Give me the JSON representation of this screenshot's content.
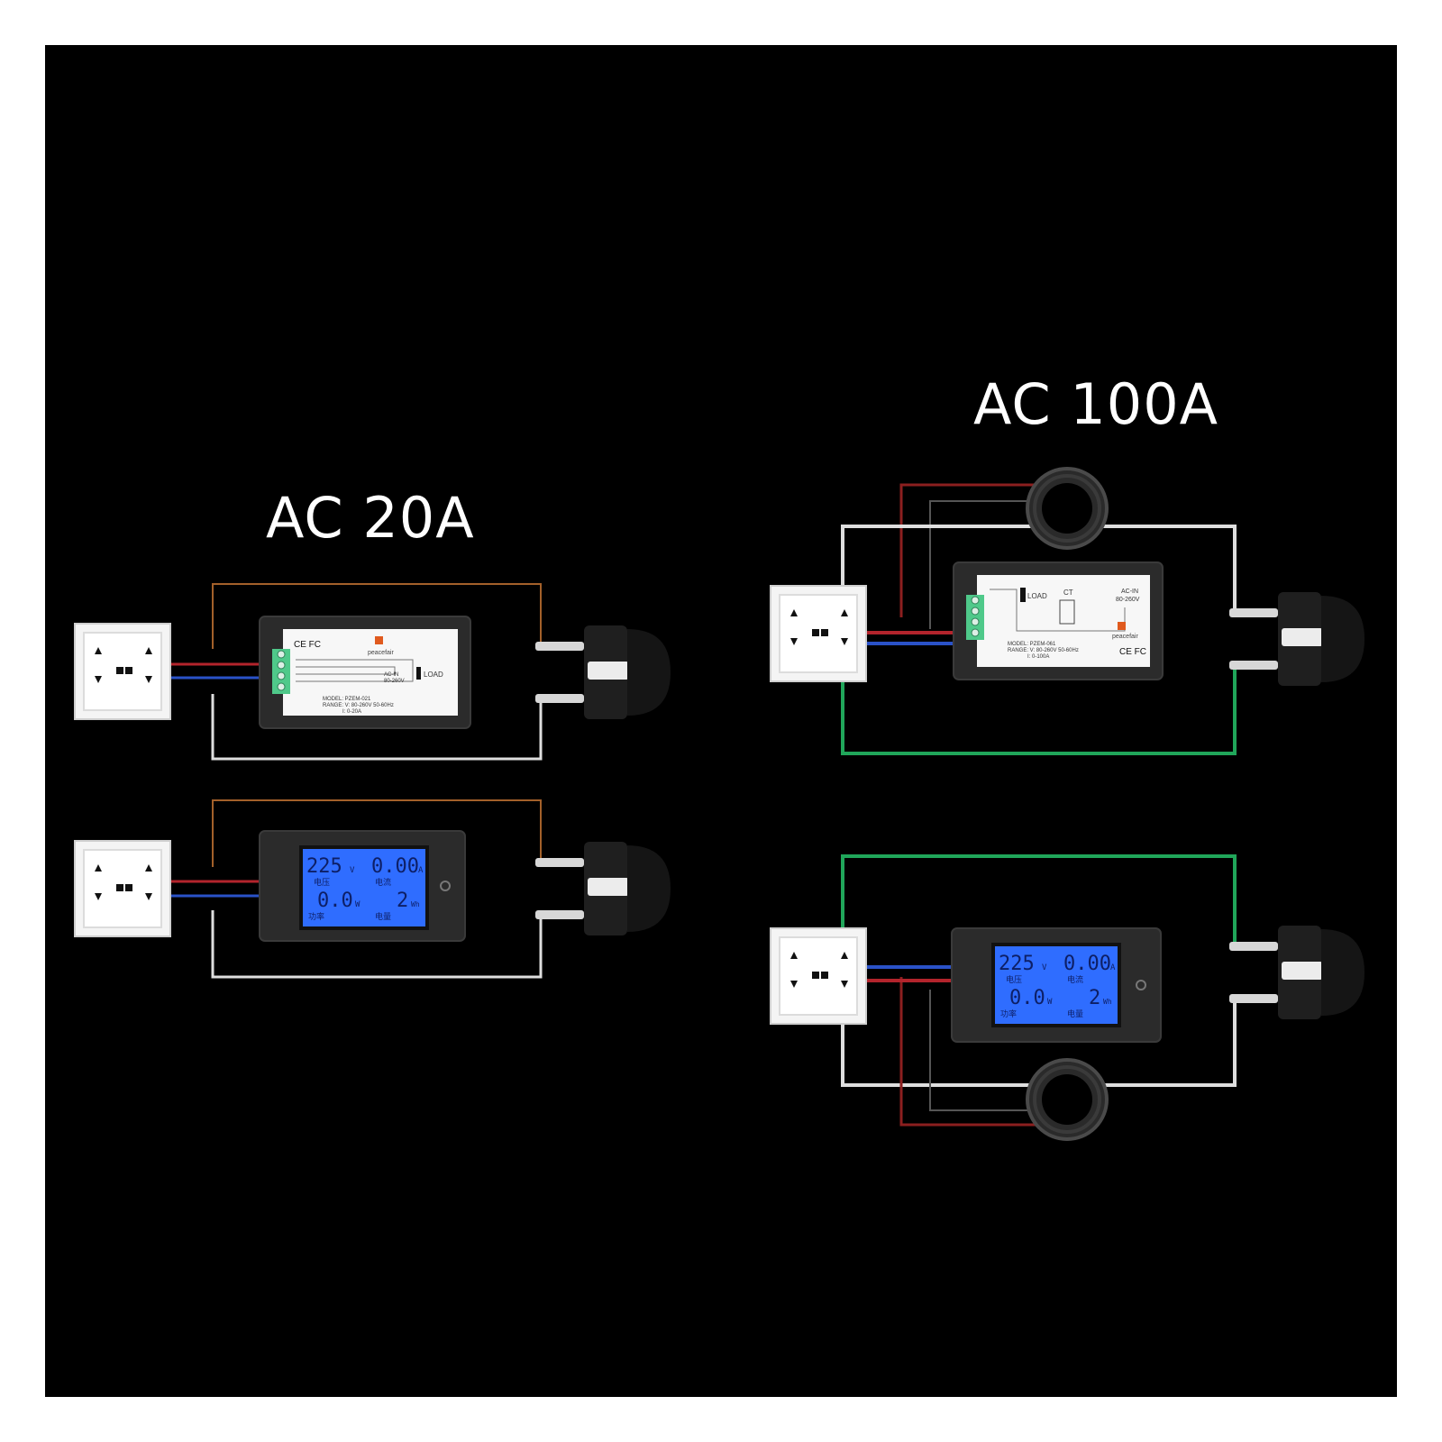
{
  "sections": [
    {
      "id": "ac20a",
      "title": "AC 20A"
    },
    {
      "id": "ac100a",
      "title": "AC 100A"
    }
  ],
  "meter_label": {
    "marks": "CE FC",
    "brand": "peacefair",
    "model_key": "MODEL:",
    "model_20a": "PZEM-021",
    "model_100a": "PZEM-061",
    "range_key": "RANGE:",
    "range_v": "V: 80-260V 50-60Hz",
    "range_i_20a": "I: 0-20A",
    "range_i_100a": "I: 0-100A",
    "ac_in": "AC-IN",
    "ac_in_range": "80-260V",
    "load": "LOAD",
    "ct": "CT"
  },
  "lcd": {
    "voltage": "225",
    "voltage_unit": "V",
    "voltage_label": "电压",
    "current": "0.00",
    "current_unit": "A",
    "current_label": "电流",
    "power": "0.0",
    "power_unit": "W",
    "power_label": "功率",
    "energy": "2",
    "energy_unit": "Wh",
    "energy_label": "电量"
  },
  "colors": {
    "background": "#000000",
    "wire_red": "#b3242c",
    "wire_blue": "#2a52c8",
    "wire_orange": "#a3602a",
    "wire_white": "#dedede",
    "wire_green": "#20a65a",
    "wire_dark_red": "#8c1f1f",
    "lcd_blue": "#2f6dff",
    "meter_body": "#2b2b2b",
    "terminal_green": "#4fc98a"
  }
}
